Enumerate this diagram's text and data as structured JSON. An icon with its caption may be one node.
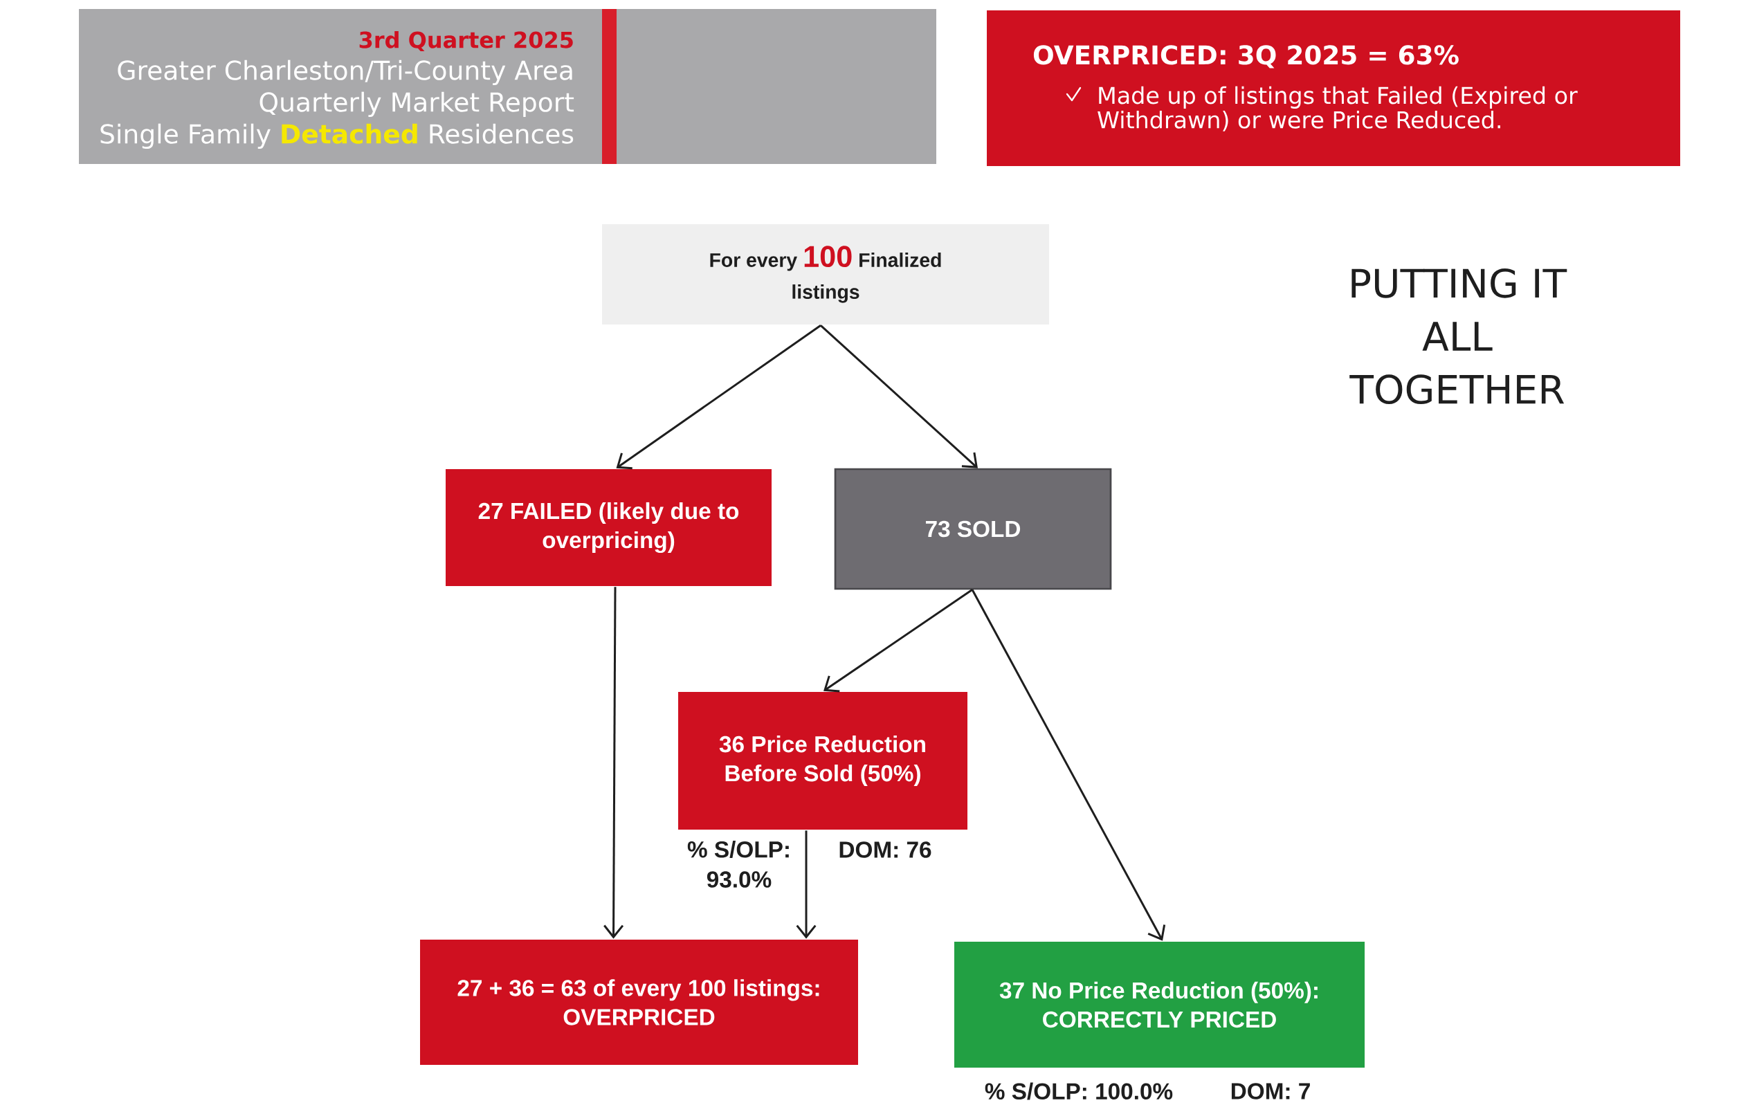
{
  "diagram": {
    "title": "PUTTING IT ALL TOGETHER",
    "nodes": [
      {
        "text": [
          "3rd Quarter 2025",
          "Greater Charleston/Tri-County Area",
          "Quarterly Market Report",
          "Single Family **Detached** Residences"
        ]
      },
      {
        "text": [
          "OVERPRICED: 3Q 2025 = 63%",
          "Made up of listings that Failed (Expired or Withdrawn) or were Price Reduced."
        ]
      },
      {
        "text": [
          "For every **100** Finalized listings"
        ]
      },
      {
        "text": [
          "27 FAILED (likely due to overpricing)"
        ]
      },
      {
        "text": [
          "73 SOLD"
        ]
      },
      {
        "text": [
          "36 Price Reduction Before Sold (50%)"
        ],
        "beside": [
          "% S/OLP: 93.0%",
          "DOM: 76"
        ]
      },
      {
        "text": [
          "27 + 36 = 63 of every 100 listings: OVERPRICED"
        ]
      },
      {
        "text": [
          "37 No Price Reduction (50%): CORRECTLY PRICED"
        ],
        "beside": [
          "% S/OLP: 100.0%",
          "DOM: 7"
        ]
      }
    ],
    "edges": [
      {
        "from": 2,
        "to": 3,
        "arrow": "to"
      },
      {
        "from": 2,
        "to": 4,
        "arrow": "to"
      },
      {
        "from": 3,
        "to": 6,
        "arrow": "to"
      },
      {
        "from": 4,
        "to": 5,
        "arrow": "to"
      },
      {
        "from": 4,
        "to": 7,
        "arrow": "to"
      },
      {
        "from": 5,
        "to": 6,
        "arrow": "to"
      }
    ]
  }
}
